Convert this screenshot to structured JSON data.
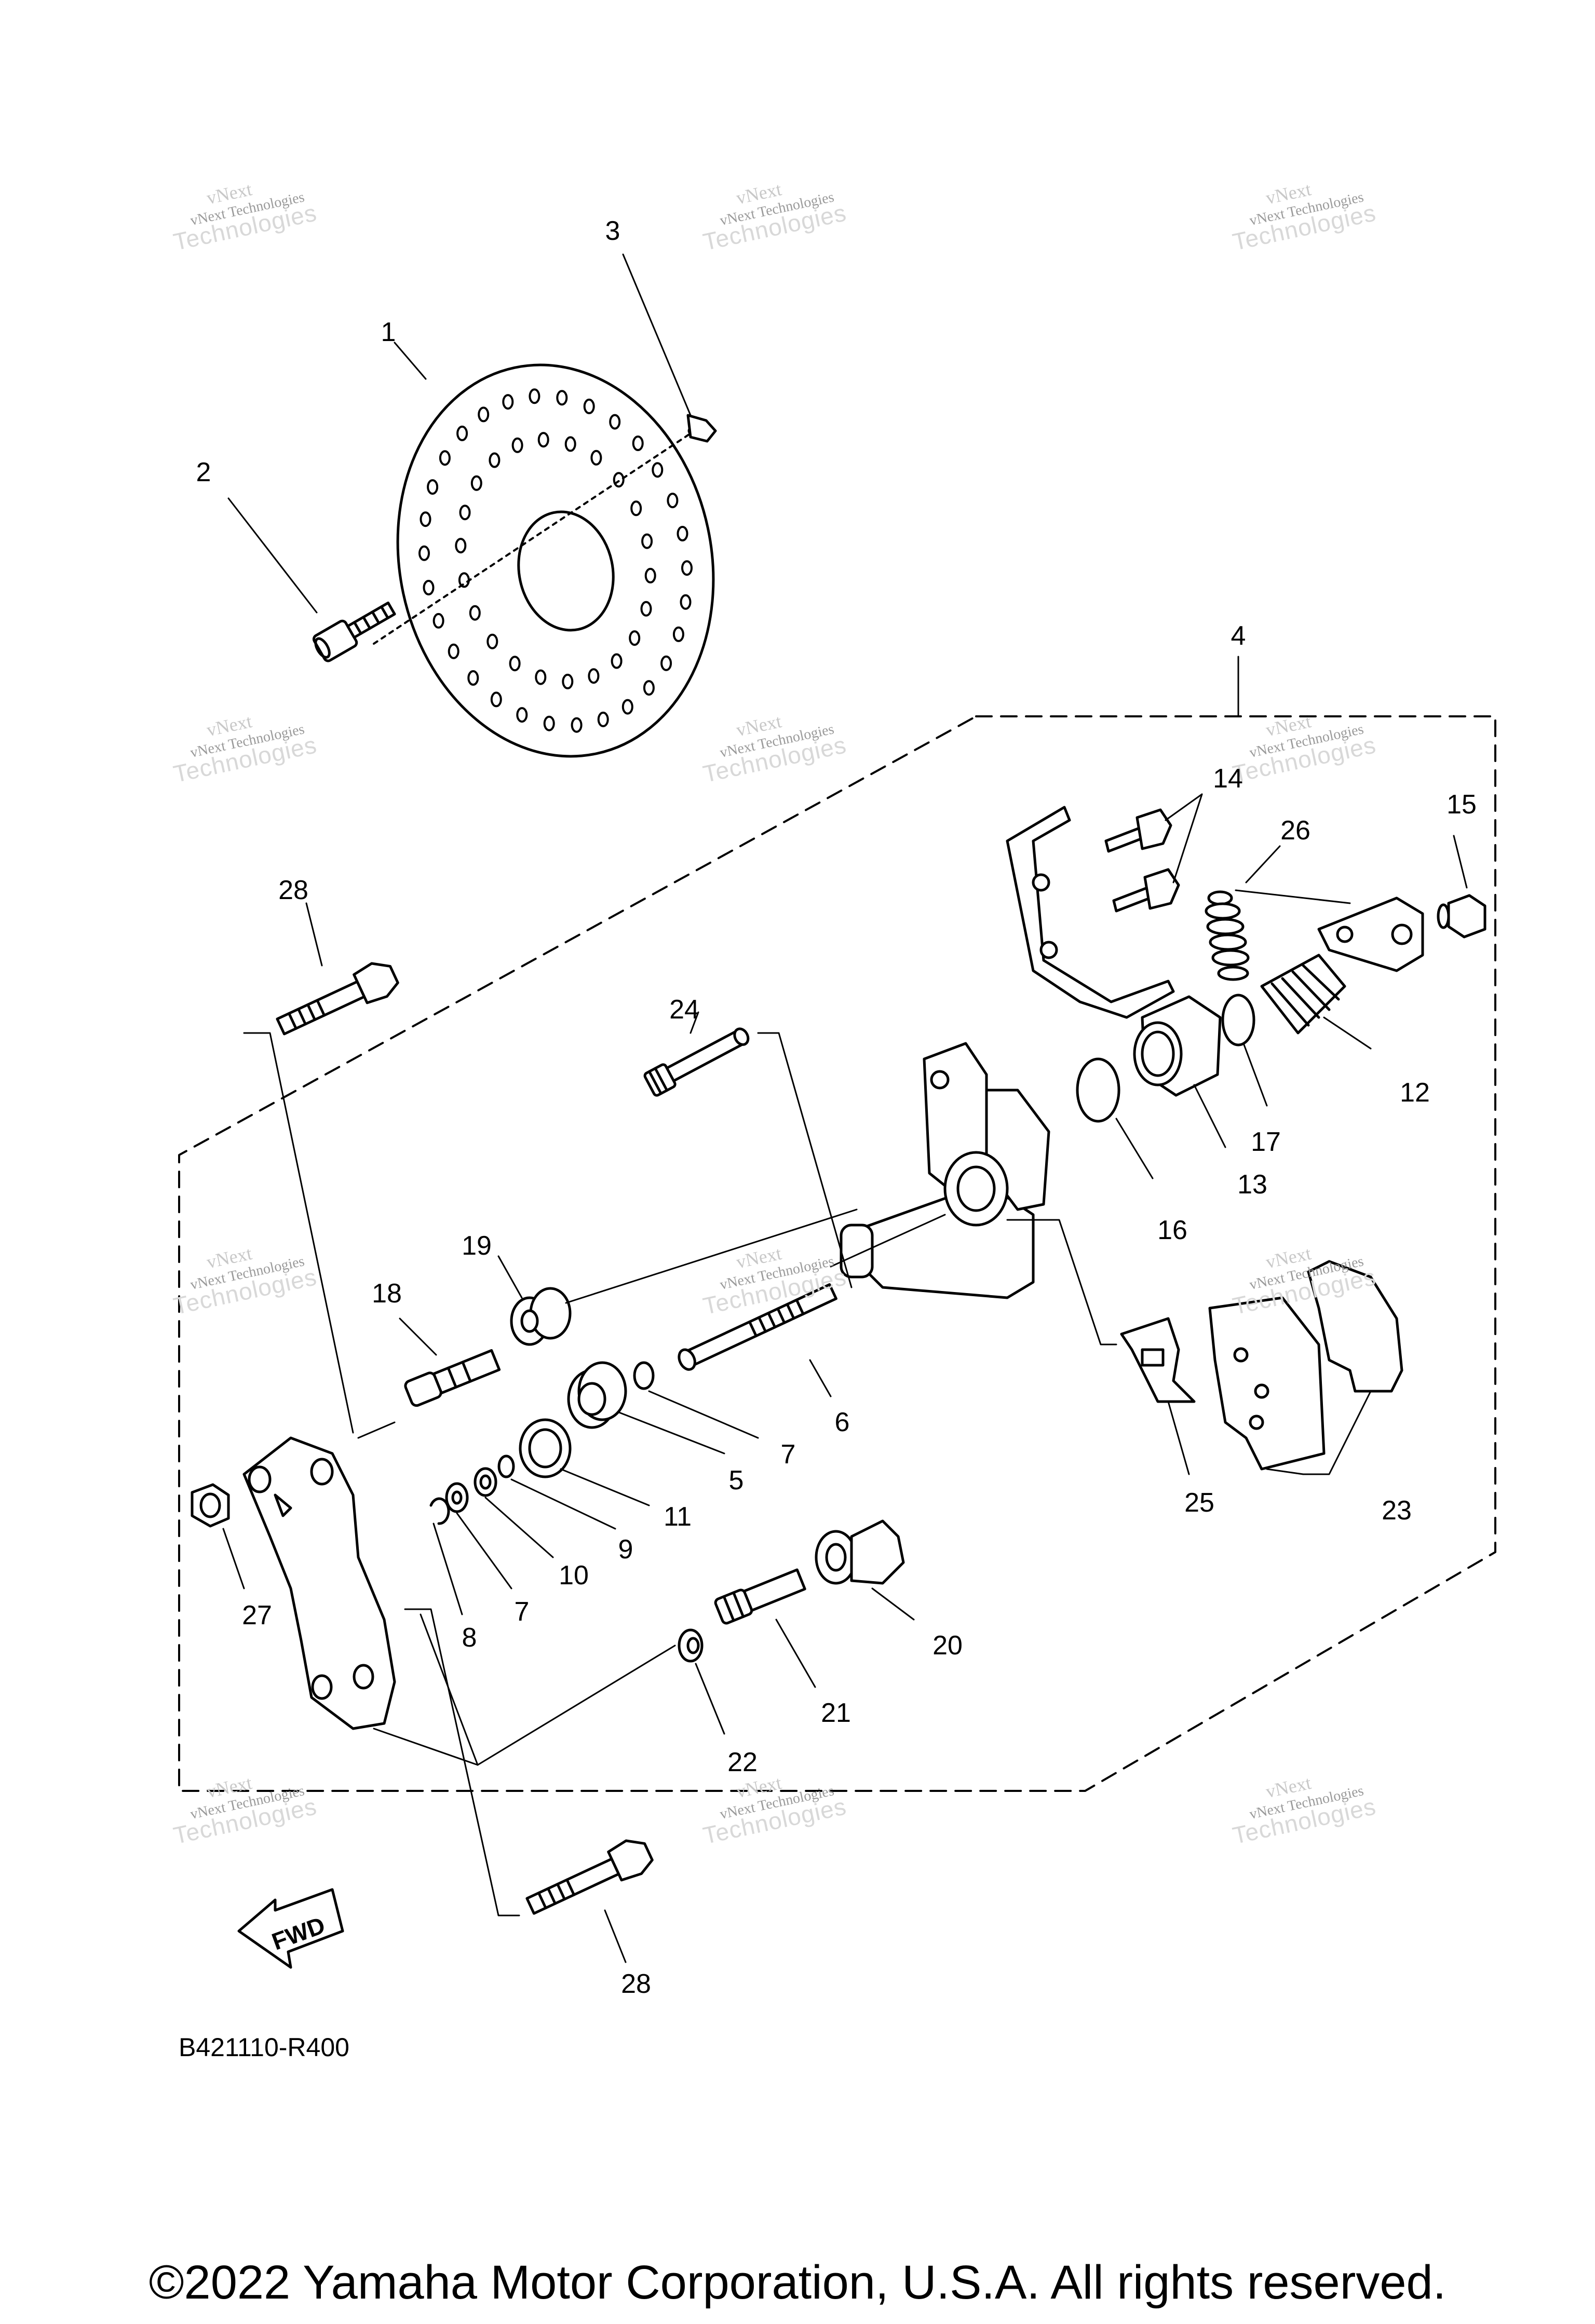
{
  "diagram_code": "B421110-R400",
  "copyright": "©2022 Yamaha Motor Corporation, U.S.A. All rights reserved.",
  "direction_label": "FWD",
  "watermark": {
    "line1": "vNext",
    "line2": "Technologies",
    "line3": "vNext Technologies"
  },
  "callouts": [
    "1",
    "2",
    "3",
    "4",
    "5",
    "6",
    "7",
    "7",
    "8",
    "9",
    "10",
    "11",
    "12",
    "13",
    "14",
    "15",
    "16",
    "17",
    "18",
    "19",
    "20",
    "21",
    "22",
    "23",
    "24",
    "25",
    "26",
    "27",
    "28",
    "28"
  ]
}
